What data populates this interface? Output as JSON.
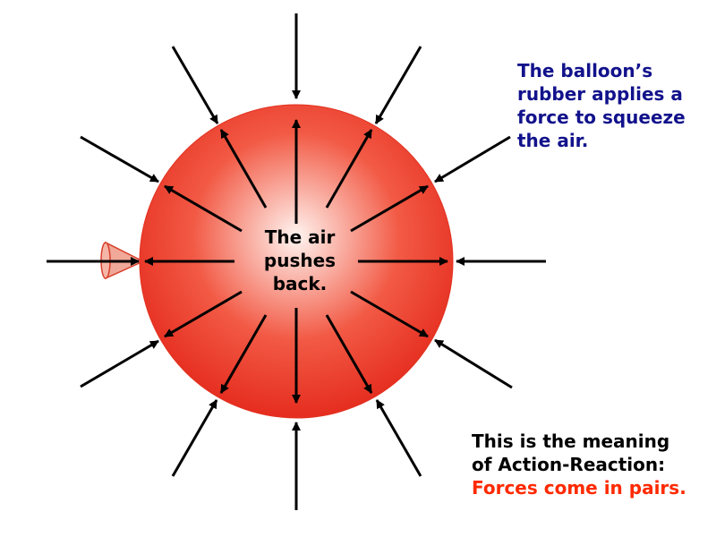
{
  "colors": {
    "arrow": "#000000",
    "balloon_light": "#fff4f0",
    "balloon_mid": "#f25a45",
    "balloon_dark": "#e4291c",
    "rubber_text": "#12128c",
    "meaning_text": "#000000",
    "pairs_text": "#ff2a00",
    "center_text": "#000000"
  },
  "icons": {
    "balloon": "balloon-icon",
    "nozzle": "balloon-nozzle-icon",
    "arrow": "arrow-icon"
  },
  "center_label": {
    "lines": [
      "The air",
      "pushes",
      "back."
    ]
  },
  "rubber_label": {
    "lines": [
      "The balloon’s",
      "rubber applies a",
      "force to squeeze",
      "the air."
    ]
  },
  "meaning_label": {
    "line1": "This is the meaning",
    "line2": "of Action-Reaction:",
    "line3": "Forces come in pairs."
  }
}
